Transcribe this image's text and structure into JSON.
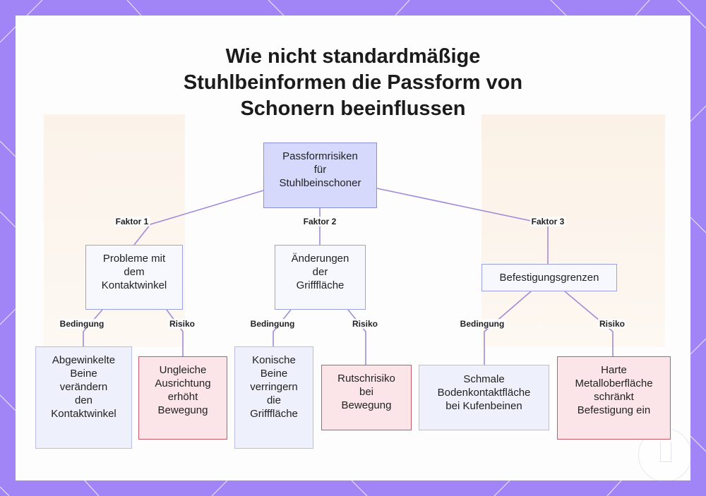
{
  "title_lines": [
    "Wie nicht standardmäßige",
    "Stuhlbeinformen die Passform von",
    "Schonern beeinflussen"
  ],
  "colors": {
    "frame": "#a184f5",
    "root_fill": "#d6d9fb",
    "node_border": "#9aa1e2",
    "risk_fill": "#fbe5e8",
    "risk_border": "#c65a6a",
    "edge": "#9f88d8"
  },
  "nodes": {
    "root": "Passformrisiken\nfür\nStuhlbeinschoner",
    "f1": "Probleme mit\ndem\nKontaktwinkel",
    "f2": "Änderungen\nder\nGrifffläche",
    "f3": "Befestigungsgrenzen",
    "c1": "Abgewinkelte\nBeine\nverändern\nden\nKontaktwinkel",
    "r1": "Ungleiche\nAusrichtung\nerhöht\nBewegung",
    "c2": "Konische\nBeine\nverringern\ndie\nGrifffläche",
    "r2": "Rutschrisiko\nbei\nBewegung",
    "c3": "Schmale\nBodenkontaktfläche\nbei Kufenbeinen",
    "r3": "Harte\nMetalloberfläche\nschränkt\nBefestigung ein"
  },
  "edge_labels": {
    "f1": "Faktor 1",
    "f2": "Faktor 2",
    "f3": "Faktor 3",
    "c1": "Bedingung",
    "r1": "Risiko",
    "c2": "Bedingung",
    "r2": "Risiko",
    "c3": "Bedingung",
    "r3": "Risiko"
  }
}
